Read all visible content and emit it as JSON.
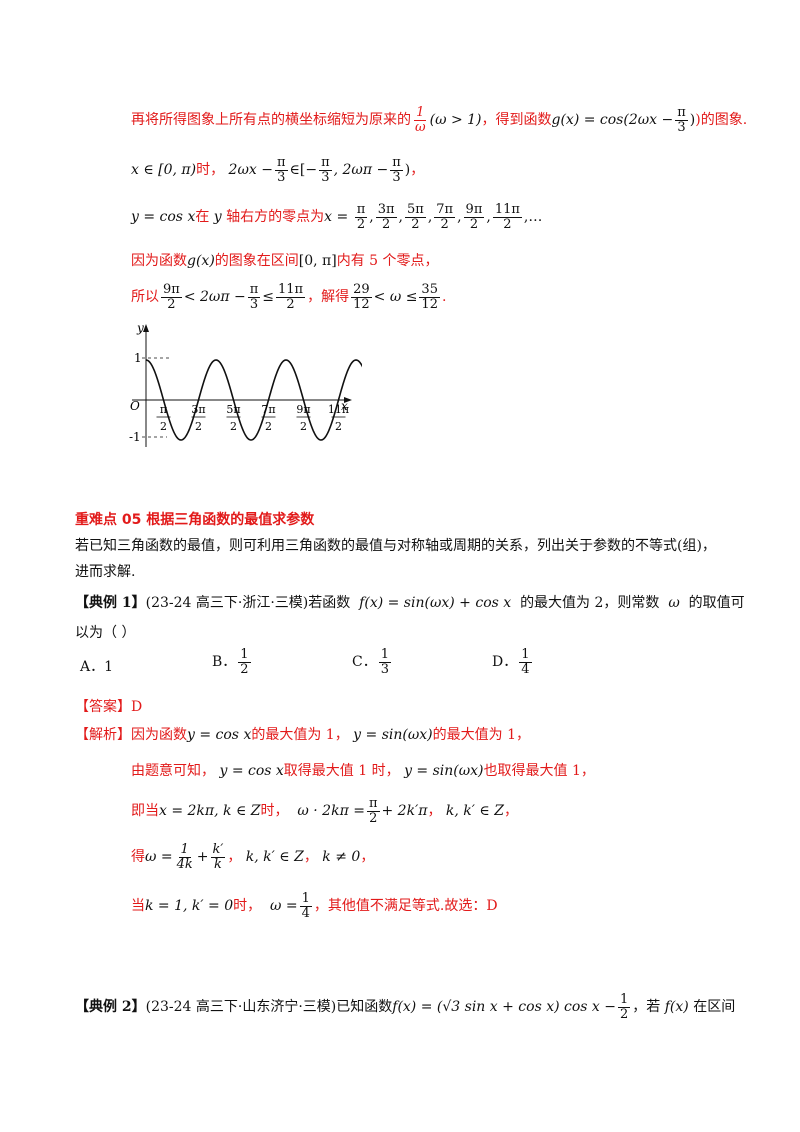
{
  "line1": {
    "text": "再将所得图象上所有点的横坐标缩短为原来的",
    "frac_num": "1",
    "frac_den": "ω",
    "cond": "(ω > 1)",
    "mid": "，得到函数",
    "func": "g(x) = cos(2ωx −",
    "pi_num": "π",
    "pi_den": "3",
    "end": ")的图象."
  },
  "line2": {
    "a": "x ∈ [0, π)",
    "b": "时，",
    "c": "2ωx −",
    "d": "∈",
    "e": "[−",
    "f": ", 2ωπ −",
    "g": ")",
    "h": "，",
    "pi": "π",
    "three": "3"
  },
  "line3": {
    "a": "y = cos x",
    "b": "在",
    "c": "y",
    "d": "轴右方的零点为",
    "e": "x =",
    "zeros": [
      {
        "n": "π",
        "d": "2"
      },
      {
        "n": "3π",
        "d": "2"
      },
      {
        "n": "5π",
        "d": "2"
      },
      {
        "n": "7π",
        "d": "2"
      },
      {
        "n": "9π",
        "d": "2"
      },
      {
        "n": "11π",
        "d": "2"
      }
    ],
    "tail": ",…"
  },
  "line4": {
    "a": "因为函数",
    "b": "g(x)",
    "c": "的图象在区间",
    "d": "[0, π]",
    "e": "内有 5 个零点，"
  },
  "line5": {
    "a": "所以",
    "f1n": "9π",
    "f1d": "2",
    "b": "< 2ωπ −",
    "f2n": "π",
    "f2d": "3",
    "c": "≤",
    "f3n": "11π",
    "f3d": "2",
    "d": "，解得",
    "f4n": "29",
    "f4d": "12",
    "e": "< ω ≤",
    "f5n": "35",
    "f5d": "12",
    "f": "."
  },
  "graph": {
    "y": "y",
    "x": "x",
    "o": "O",
    "one": "1",
    "neg_one": "-1",
    "ticks": [
      {
        "n": "π",
        "d": "2"
      },
      {
        "n": "3π",
        "d": "2"
      },
      {
        "n": "5π",
        "d": "2"
      },
      {
        "n": "7π",
        "d": "2"
      },
      {
        "n": "9π",
        "d": "2"
      },
      {
        "n": "11π",
        "d": "2"
      }
    ]
  },
  "section": {
    "title": "重难点 05    根据三角函数的最值求参数"
  },
  "intro": {
    "line1": "若已知三角函数的最值，则可利用三角函数的最值与对称轴或周期的关系，列出关于参数的不等式(组)，",
    "line2": "进而求解."
  },
  "ex1": {
    "label": "【典例 1】",
    "source": "(23-24 高三下·浙江·三模)",
    "text1": "若函数",
    "func": "f(x) = sin(ωx) + cos x",
    "text2": "的最大值为 2，则常数",
    "omega": "ω",
    "text3": "的取值可",
    "line2": "以为（          ）"
  },
  "options": [
    {
      "label": "A．1"
    },
    {
      "label": "B．",
      "n": "1",
      "d": "2"
    },
    {
      "label": "C．",
      "n": "1",
      "d": "3"
    },
    {
      "label": "D．",
      "n": "1",
      "d": "4"
    }
  ],
  "answer": {
    "label": "【答案】",
    "value": "D"
  },
  "analysis": {
    "label": "【解析】",
    "l1a": "因为函数",
    "l1b": "y = cos x",
    "l1c": "的最大值为 1，",
    "l1d": "y = sin(ωx)",
    "l1e": "的最大值为 1，",
    "l2a": "由题意可知，",
    "l2b": "y = cos x",
    "l2c": "取得最大值 1 时，",
    "l2d": "y = sin(ωx)",
    "l2e": "也取得最大值 1，",
    "l3a": "即当",
    "l3b": "x = 2kπ, k ∈ Z",
    "l3c": "时，",
    "l3d": "ω · 2kπ =",
    "l3n": "π",
    "l3den": "2",
    "l3e": "+ 2k′π",
    "l3f": "，",
    "l3g": "k, k′ ∈ Z",
    "l3h": "，",
    "l4a": "得",
    "l4b": "ω =",
    "l4n1": "1",
    "l4d1": "4k",
    "l4p": "+",
    "l4n2": "k′",
    "l4d2": "k",
    "l4c": "，",
    "l4d": "k, k′ ∈ Z",
    "l4e": "，",
    "l4f": "k ≠ 0",
    "l4g": "，",
    "l5a": "当",
    "l5b": "k = 1, k′ = 0",
    "l5c": "时，",
    "l5d": "ω =",
    "l5n": "1",
    "l5den": "4",
    "l5e": "，其他值不满足等式.故选：D"
  },
  "ex2": {
    "label": "【典例 2】",
    "source": "(23-24 高三下·山东济宁·三模)",
    "text1": "已知函数",
    "func": "f(x) = (√3 sin x + cos x) cos x −",
    "fn": "1",
    "fd": "2",
    "text2": "，若",
    "fx": "f(x)",
    "text3": "在区间"
  }
}
